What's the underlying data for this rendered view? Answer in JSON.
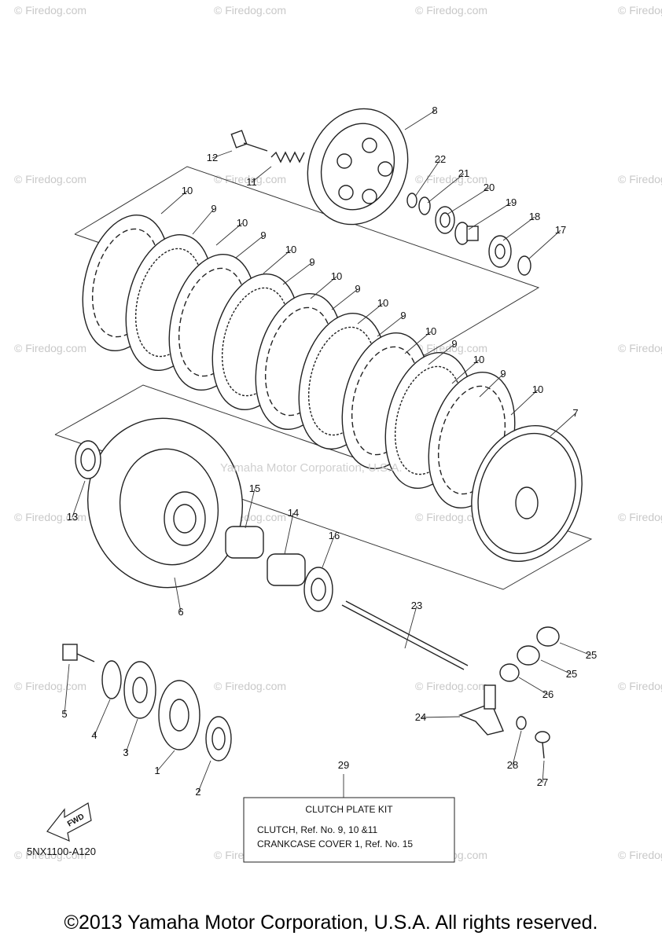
{
  "watermark": "© Firedog.com",
  "center_watermark": "Yamaha Motor Corporation, U.S.A.",
  "kit": {
    "number": "29",
    "title": "CLUTCH PLATE KIT",
    "line1": "CLUTCH, Ref. No. 9, 10 &11",
    "line2": "CRANKCASE COVER 1, Ref. No. 15"
  },
  "diagram_code": "5NX1100-A120",
  "fwd_label": "FWD",
  "footer": "©2013 Yamaha Motor Corporation, U.S.A. All rights reserved.",
  "callouts": [
    "1",
    "2",
    "3",
    "4",
    "5",
    "6",
    "7",
    "8",
    "9",
    "10",
    "11",
    "12",
    "13",
    "14",
    "15",
    "16",
    "17",
    "18",
    "19",
    "20",
    "21",
    "22",
    "23",
    "24",
    "25",
    "26",
    "27",
    "28"
  ]
}
